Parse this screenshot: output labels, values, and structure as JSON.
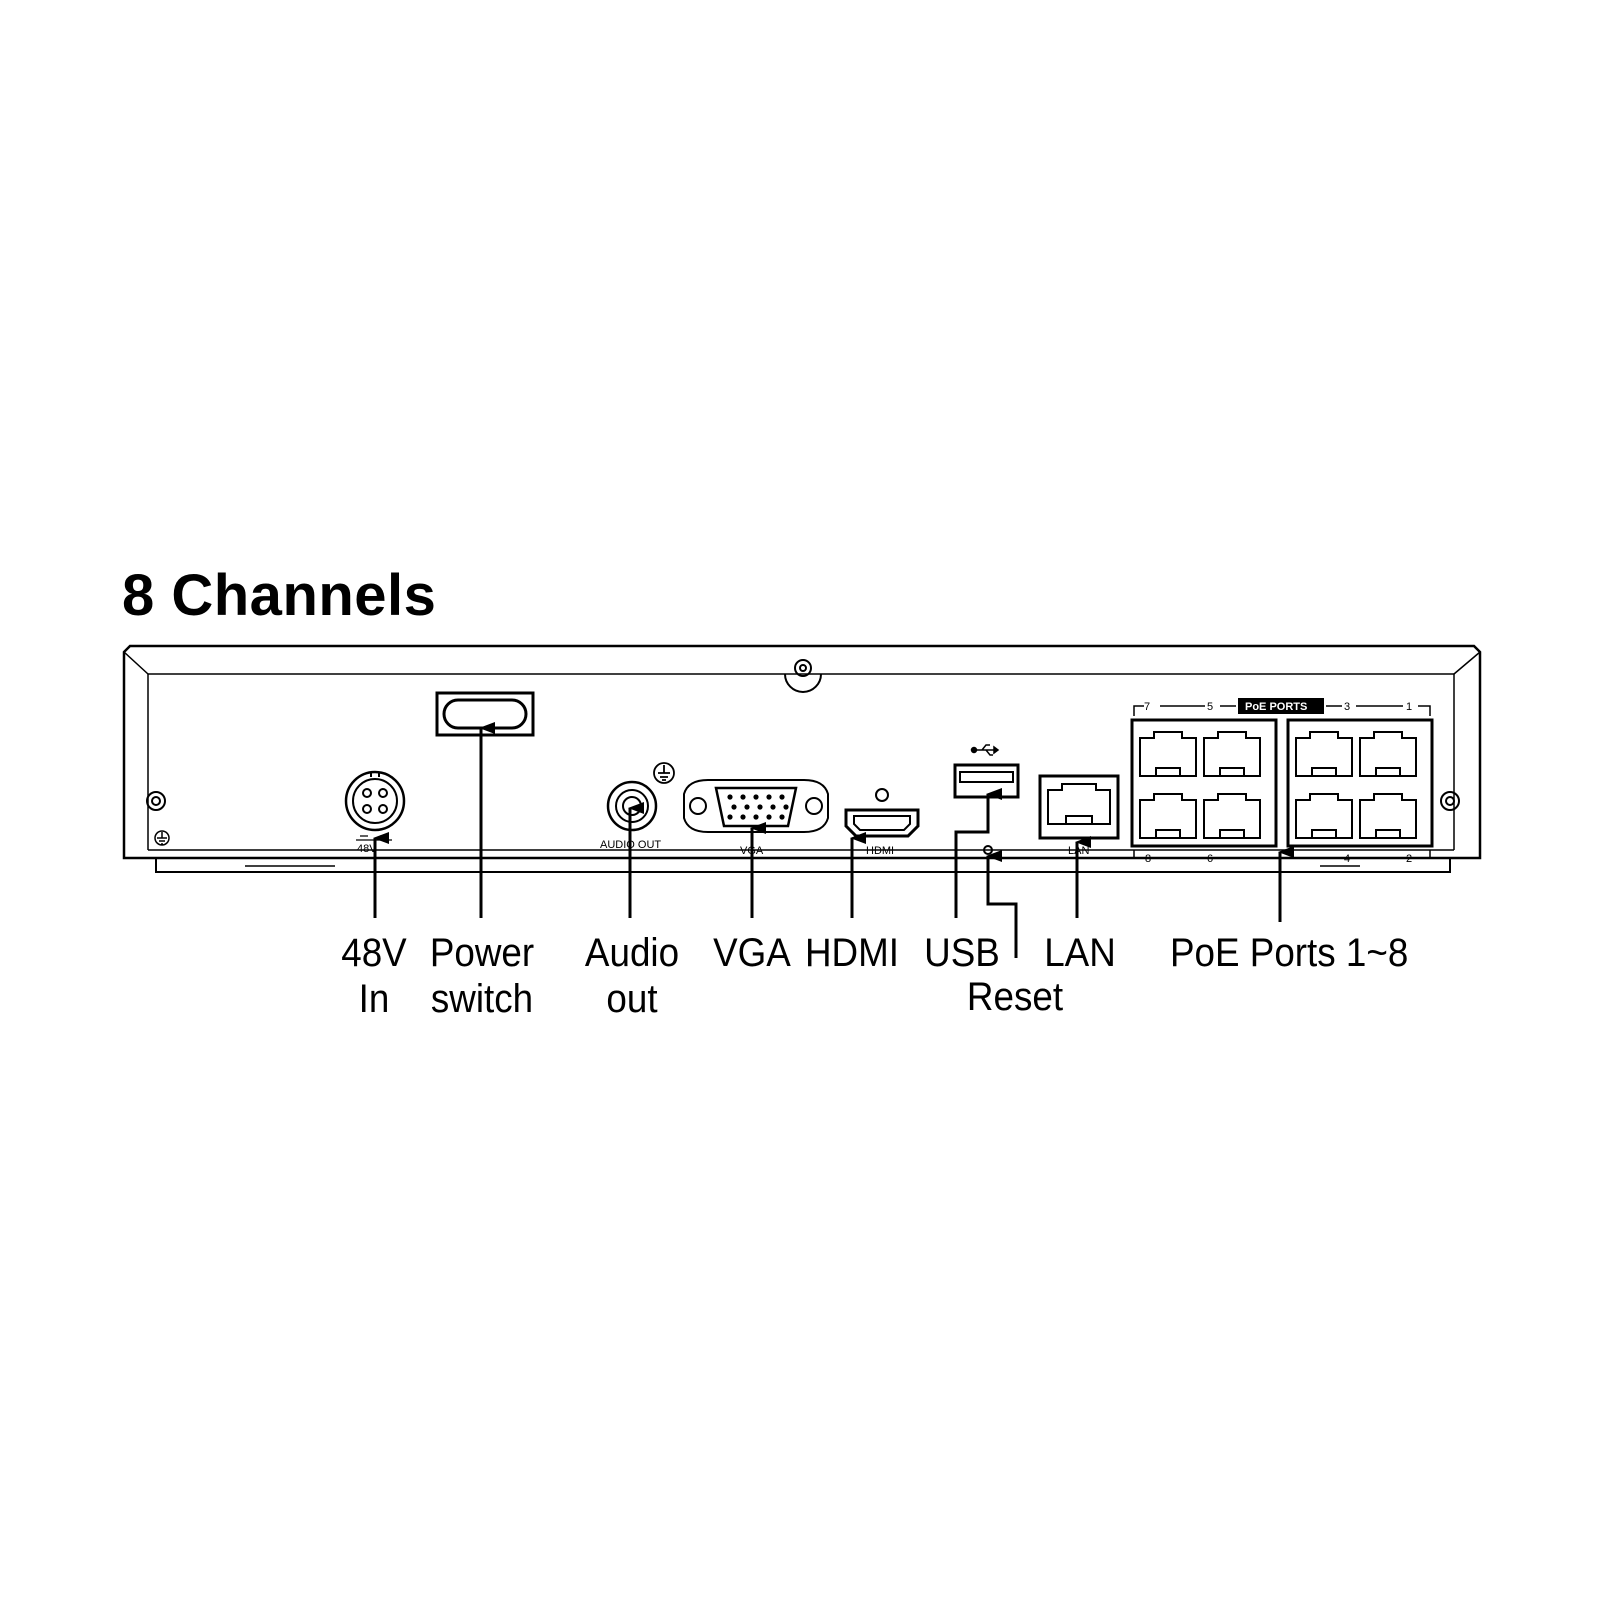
{
  "title": "8 Channels",
  "panel_labels": {
    "power_in": "48V",
    "audio_out": "AUDIO OUT",
    "vga": "VGA",
    "hdmi": "HDMI",
    "lan": "LAN",
    "poe_badge": "PoE PORTS",
    "poe_top_numbers": [
      "7",
      "5",
      "3",
      "1"
    ],
    "poe_bottom_numbers": [
      "8",
      "6",
      "4",
      "2"
    ]
  },
  "callouts": {
    "power_in": [
      "48V",
      "In"
    ],
    "power_switch": [
      "Power",
      "switch"
    ],
    "audio_out": [
      "Audio",
      "out"
    ],
    "vga": [
      "VGA"
    ],
    "hdmi": [
      "HDMI"
    ],
    "usb": [
      "USB"
    ],
    "reset": [
      "Reset"
    ],
    "lan": [
      "LAN"
    ],
    "poe": [
      "PoE Ports 1~8"
    ]
  }
}
